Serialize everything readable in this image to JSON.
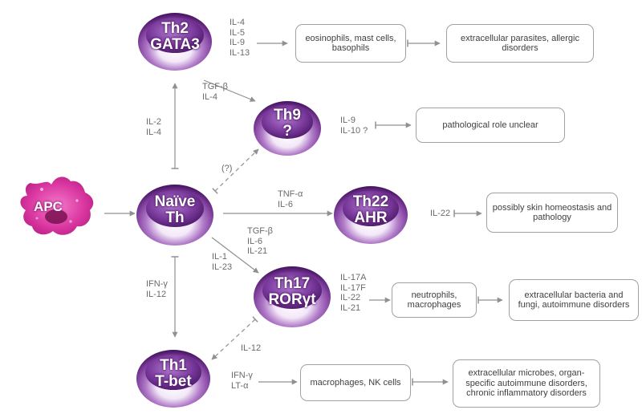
{
  "apc": "APC",
  "cells": {
    "th2": [
      "Th2",
      "GATA3"
    ],
    "th9": [
      "Th9",
      "?"
    ],
    "naive": [
      "Naïve",
      "Th"
    ],
    "th22": [
      "Th22",
      "AHR"
    ],
    "th17": [
      "Th17",
      "RORγt"
    ],
    "th1": [
      "Th1",
      "T-bet"
    ]
  },
  "factors": {
    "naive_to_th2": [
      "IL-2",
      "IL-4"
    ],
    "th2_to_th9": [
      "TGF-β",
      "IL-4"
    ],
    "naive_to_th9": "(?)",
    "naive_to_th22": [
      "TNF-α",
      "IL-6"
    ],
    "naive_to_th17_a": [
      "TGF-β",
      "IL-6",
      "IL-21"
    ],
    "naive_to_th17_b": [
      "IL-1",
      "IL-23"
    ],
    "naive_to_th1": [
      "IFN-γ",
      "IL-12"
    ],
    "th17_to_th1": "IL-12"
  },
  "secreted": {
    "th2": [
      "IL-4",
      "IL-5",
      "IL-9",
      "IL-13"
    ],
    "th9": [
      "IL-9",
      "IL-10 ?"
    ],
    "th22": [
      "IL-22"
    ],
    "th17": [
      "IL-17A",
      "IL-17F",
      "IL-22",
      "IL-21"
    ],
    "th1": [
      "IFN-γ",
      "LT-α"
    ]
  },
  "targets": {
    "th2": "eosinophils, mast cells, basophils",
    "th17": "neutrophils, macrophages",
    "th1": "macrophages, NK cells"
  },
  "outcomes": {
    "th2": "extracellular parasites, allergic disorders",
    "th9": "pathological role unclear",
    "th22": "possibly skin homeostasis and pathology",
    "th17": "extracellular bacteria and fungi, autoimmune disorders",
    "th1": "extracellular microbes, organ-specific autoimmune disorders, chronic inflammatory disorders"
  },
  "colors": {
    "cell_dark": "#5a1f78",
    "cell_mid": "#8a4aa8",
    "cell_light": "#f3e8f8",
    "apc": "#d0309a",
    "arrow": "#909090",
    "text": "#6a6a6a"
  }
}
